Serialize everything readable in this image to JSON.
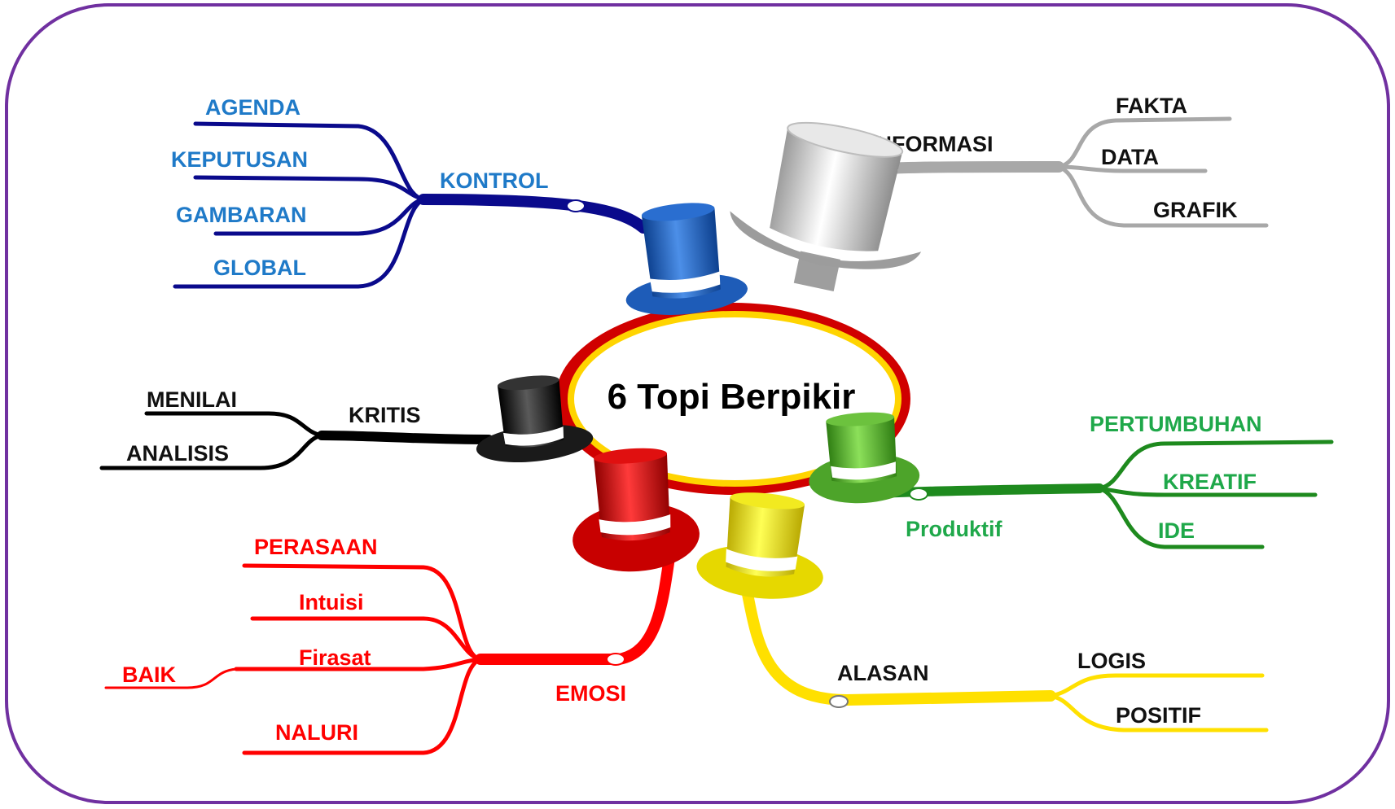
{
  "title": "6 Topi Berpikir",
  "colors": {
    "frame": "#7030A0",
    "blue_branch": "#0A0A8C",
    "blue_text": "#1F7AC8",
    "white_branch": "#A8A8A8",
    "black_branch": "#000000",
    "red_branch": "#FF0000",
    "yellow_branch": "#FFE000",
    "green_branch": "#1E8A1E",
    "green_text": "#1FA84A",
    "center_ring_outer": "#E00000",
    "center_ring_inner": "#FFD400"
  },
  "hats": [
    "blue-hat",
    "white-hat",
    "black-hat",
    "red-hat",
    "yellow-hat",
    "green-hat"
  ],
  "branches": {
    "blue": {
      "label": "KONTROL",
      "children": [
        "AGENDA",
        "KEPUTUSAN",
        "GAMBARAN",
        "GLOBAL"
      ]
    },
    "white": {
      "label": "INFORMASI",
      "children": [
        "FAKTA",
        "DATA",
        "GRAFIK"
      ]
    },
    "black": {
      "label": "KRITIS",
      "children": [
        "MENILAI",
        "ANALISIS"
      ]
    },
    "red": {
      "label": "EMOSI",
      "children": [
        "PERASAAN",
        "Intuisi",
        "Firasat",
        "NALURI"
      ],
      "sub": "BAIK"
    },
    "yellow": {
      "label": "ALASAN",
      "children": [
        "LOGIS",
        "POSITIF"
      ]
    },
    "green": {
      "label": "Produktif",
      "children": [
        "PERTUMBUHAN",
        "KREATIF",
        "IDE"
      ]
    }
  }
}
